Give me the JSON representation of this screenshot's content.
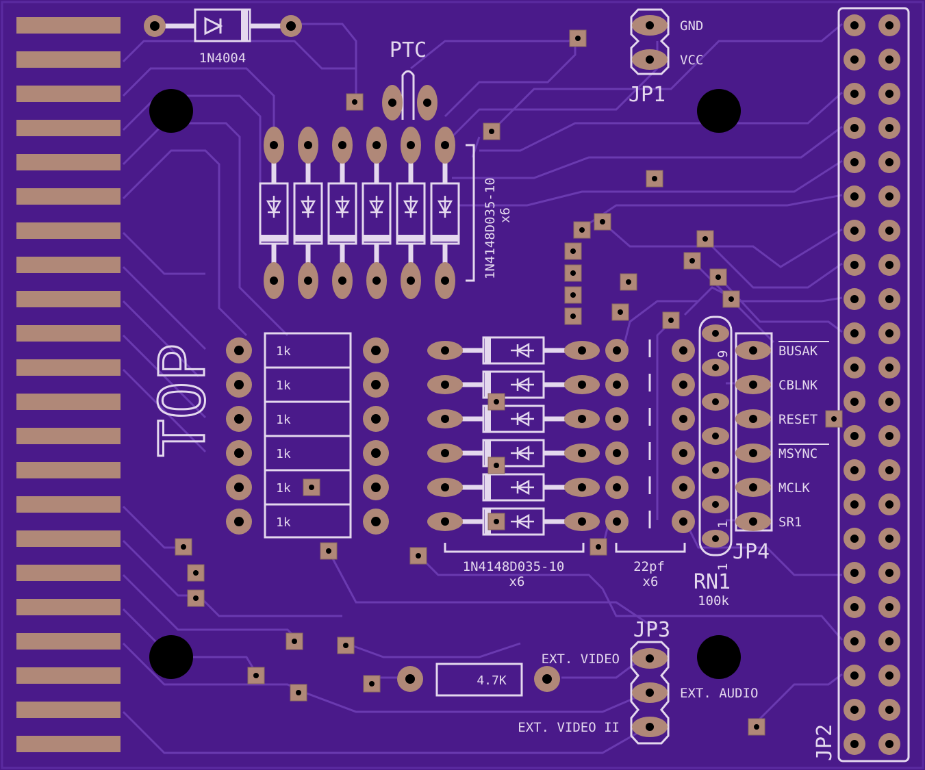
{
  "colors": {
    "board": "#4a1a8a",
    "board_edge": "#5a2aa0",
    "trace": "#6a3ab0",
    "pad": "#b08878",
    "silk": "#e4d8ee",
    "hole": "#000000"
  },
  "board_labels": {
    "diode_main": "1N4004",
    "ptc": "PTC",
    "diode_array_top": "1N4148D035-10",
    "diode_array_top_count": "x6",
    "top_marker": "TOP",
    "diode_array_bottom": "1N4148D035-10",
    "diode_array_bottom_count": "x6",
    "cap_array": "22pf",
    "cap_array_count": "x6",
    "rn1": "RN1",
    "rn1_value": "100k",
    "rn1_pin9": "9",
    "rn1_pin1": "1",
    "jp1": "JP1",
    "jp2": "JP2",
    "jp3": "JP3",
    "jp4": "JP4",
    "resistor_45": "4.7K"
  },
  "jp1_pins": [
    "GND",
    "VCC"
  ],
  "jp3_pins": [
    "EXT. VIDEO",
    "EXT. AUDIO",
    "EXT. VIDEO II"
  ],
  "jp4_pins": [
    "BUSAK",
    "CBLNK",
    "RESET",
    "MSYNC",
    "MCLK",
    "SR1"
  ],
  "resistors_1k": [
    "1k",
    "1k",
    "1k",
    "1k",
    "1k",
    "1k"
  ]
}
